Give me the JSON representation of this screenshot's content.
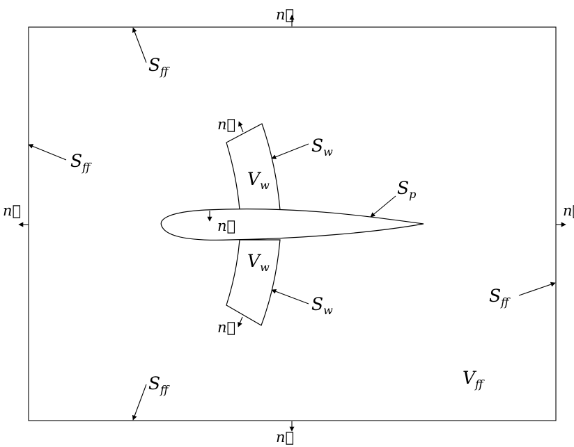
{
  "labels": {
    "surface_farfield": {
      "main": "S",
      "sub": "ff"
    },
    "surface_wake": {
      "main": "S",
      "sub": "w"
    },
    "surface_profile": {
      "main": "S",
      "sub": "p"
    },
    "volume_wake": {
      "main": "V",
      "sub": "w"
    },
    "volume_farfield": {
      "main": "V",
      "sub": "ff"
    },
    "normal": "n⃗"
  },
  "colors": {
    "stroke": "#000000",
    "background": "#ffffff"
  }
}
